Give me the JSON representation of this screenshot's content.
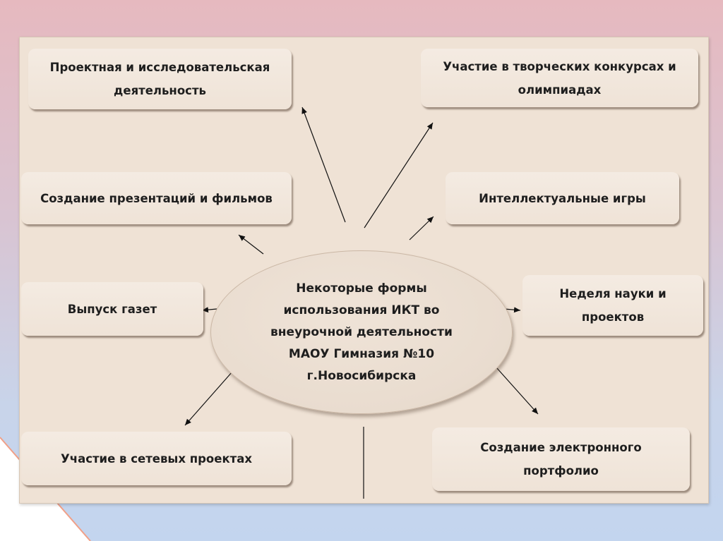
{
  "diagram": {
    "center": "Некоторые формы\nиспользования ИКТ во\nвнеурочной деятельности\nМАОУ Гимназия №10\nг.Новосибирска",
    "nodes": {
      "project": "Проектная и исследовательская деятельность",
      "presentations": "Создание презентаций и фильмов",
      "newspapers": "Выпуск газет",
      "network": "Участие в сетевых проектах",
      "contests": "Участие в творческих конкурсах и олимпиадах",
      "games": "Интеллектуальные игры",
      "science_week": "Неделя науки и проектов",
      "portfolio": "Создание электронного портфолио"
    }
  },
  "colors": {
    "panel": "#efe2d5",
    "node": "#f1e6db",
    "arrow": "#111111"
  }
}
